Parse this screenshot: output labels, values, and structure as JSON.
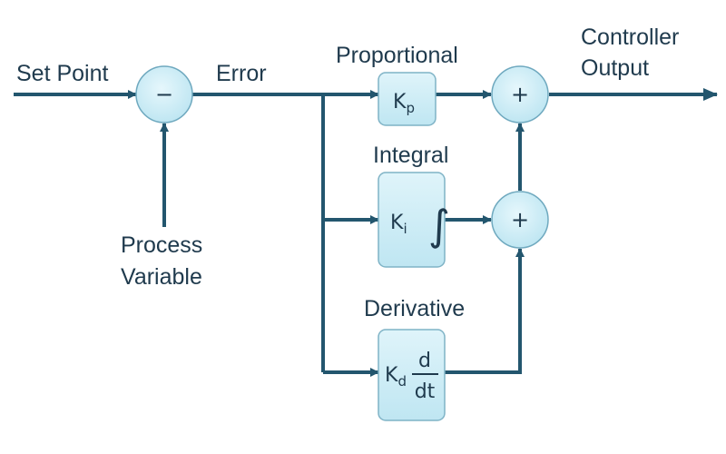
{
  "labels": {
    "set_point": "Set Point",
    "error": "Error",
    "process_variable_line1": "Process",
    "process_variable_line2": "Variable",
    "controller_output_line1": "Controller",
    "controller_output_line2": "Output",
    "proportional": "Proportional",
    "integral": "Integral",
    "derivative": "Derivative"
  },
  "blocks": {
    "proportional": {
      "gain": "K",
      "sub": "p"
    },
    "integral": {
      "gain": "K",
      "sub": "i",
      "op": "∫"
    },
    "derivative": {
      "gain": "K",
      "sub": "d",
      "num": "d",
      "den": "dt"
    }
  },
  "junctions": {
    "comparator": "−",
    "sum_top": "+",
    "sum_mid": "+"
  },
  "colors": {
    "line": "#23566e",
    "box_fill": "#c9ecf6",
    "box_stroke": "#7fb3c6",
    "text": "#1f3a4d"
  }
}
